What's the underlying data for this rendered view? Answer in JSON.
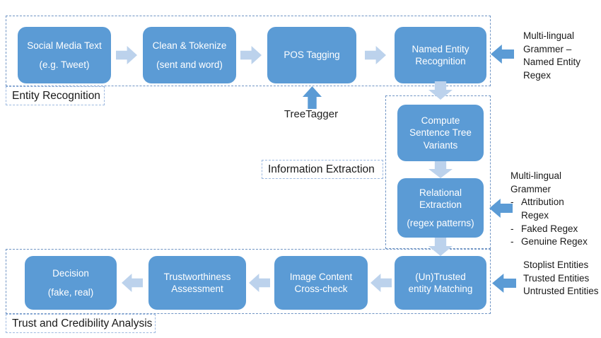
{
  "diagram": {
    "sections": {
      "entity_recognition": {
        "label": "Entity Recognition"
      },
      "information_extraction": {
        "label": "Information Extraction"
      },
      "trust_credibility": {
        "label": "Trust and Credibility Analysis"
      }
    },
    "boxes": {
      "social_media": {
        "line1": "Social Media Text",
        "line2": "(e.g. Tweet)"
      },
      "clean_tokenize": {
        "line1": "Clean & Tokenize",
        "line2": "(sent and word)"
      },
      "pos_tagging": {
        "line1": "POS Tagging"
      },
      "ner": {
        "line1": "Named Entity",
        "line2": "Recognition"
      },
      "compute_tree": {
        "line1": "Compute",
        "line2": "Sentence Tree",
        "line3": "Variants"
      },
      "relational": {
        "line1": "Relational",
        "line2": "Extraction",
        "line3": "(regex patterns)"
      },
      "untrusted_matching": {
        "line1": "(Un)Trusted",
        "line2": "entity Matching"
      },
      "image_crosscheck": {
        "line1": "Image Content",
        "line2": "Cross-check"
      },
      "trustworthiness": {
        "line1": "Trustworthiness",
        "line2": "Assessment"
      },
      "decision": {
        "line1": "Decision",
        "line2": "(fake, real)"
      }
    },
    "tool_label": "TreeTagger",
    "annotations": {
      "ner_grammar": {
        "line1": "Multi-lingual",
        "line2": "Grammer –",
        "line3": "Named Entity",
        "line4": "Regex"
      },
      "relational_grammar": {
        "title1": "Multi-lingual",
        "title2": "Grammer",
        "bullet_marker": "-",
        "bullets": [
          "Attribution Regex",
          "Faked Regex",
          "Genuine Regex"
        ]
      },
      "entity_lists": {
        "line1": "Stoplist Entities",
        "line2": "Trusted Entities",
        "line3": "Untrusted Entities"
      }
    },
    "colors": {
      "box_fill": "#5B9BD5",
      "box_text": "#FFFFFF",
      "light_arrow": "#BCD2EC",
      "dark_arrow": "#5B9BD5",
      "container_border": "#6F94C4",
      "label_border": "#9DB9E0",
      "label_text": "#1A1A1A"
    }
  }
}
